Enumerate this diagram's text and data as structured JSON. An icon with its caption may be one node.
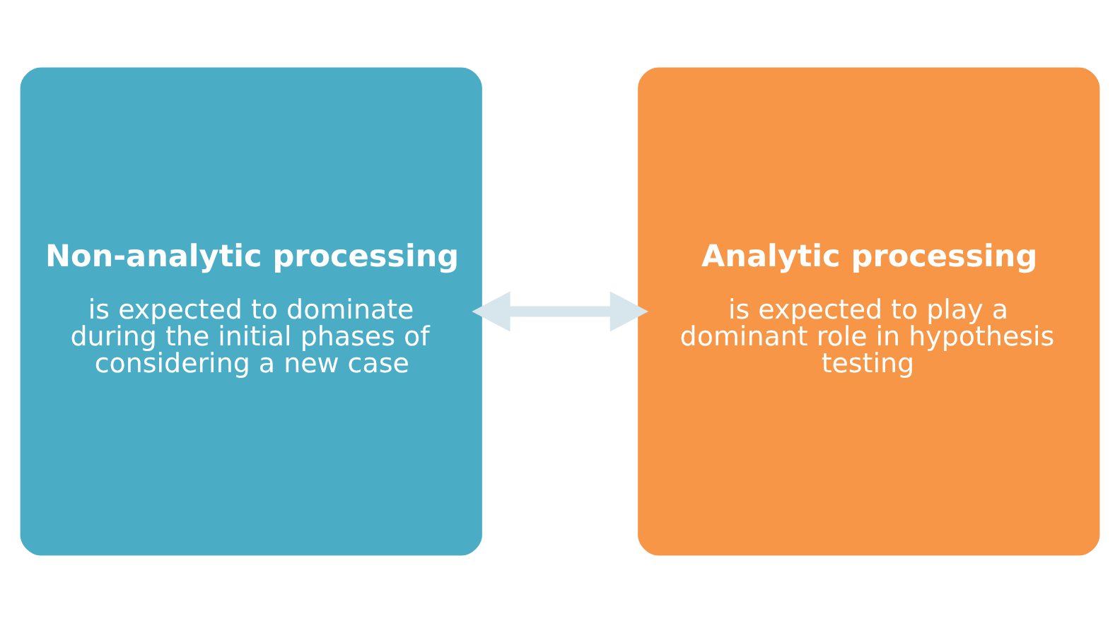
{
  "diagram": {
    "nodes": [
      {
        "text": [
          "Non-analytic processing",
          "is expected to dominate during the initial phases of considering a new case"
        ]
      },
      {
        "text": [
          "Analytic processing",
          "is expected to play a dominant role in hypothesis testing"
        ]
      }
    ],
    "edges": [
      {
        "from": 0,
        "to": 1,
        "arrow": "both",
        "color": "#d6e6ec"
      }
    ]
  }
}
